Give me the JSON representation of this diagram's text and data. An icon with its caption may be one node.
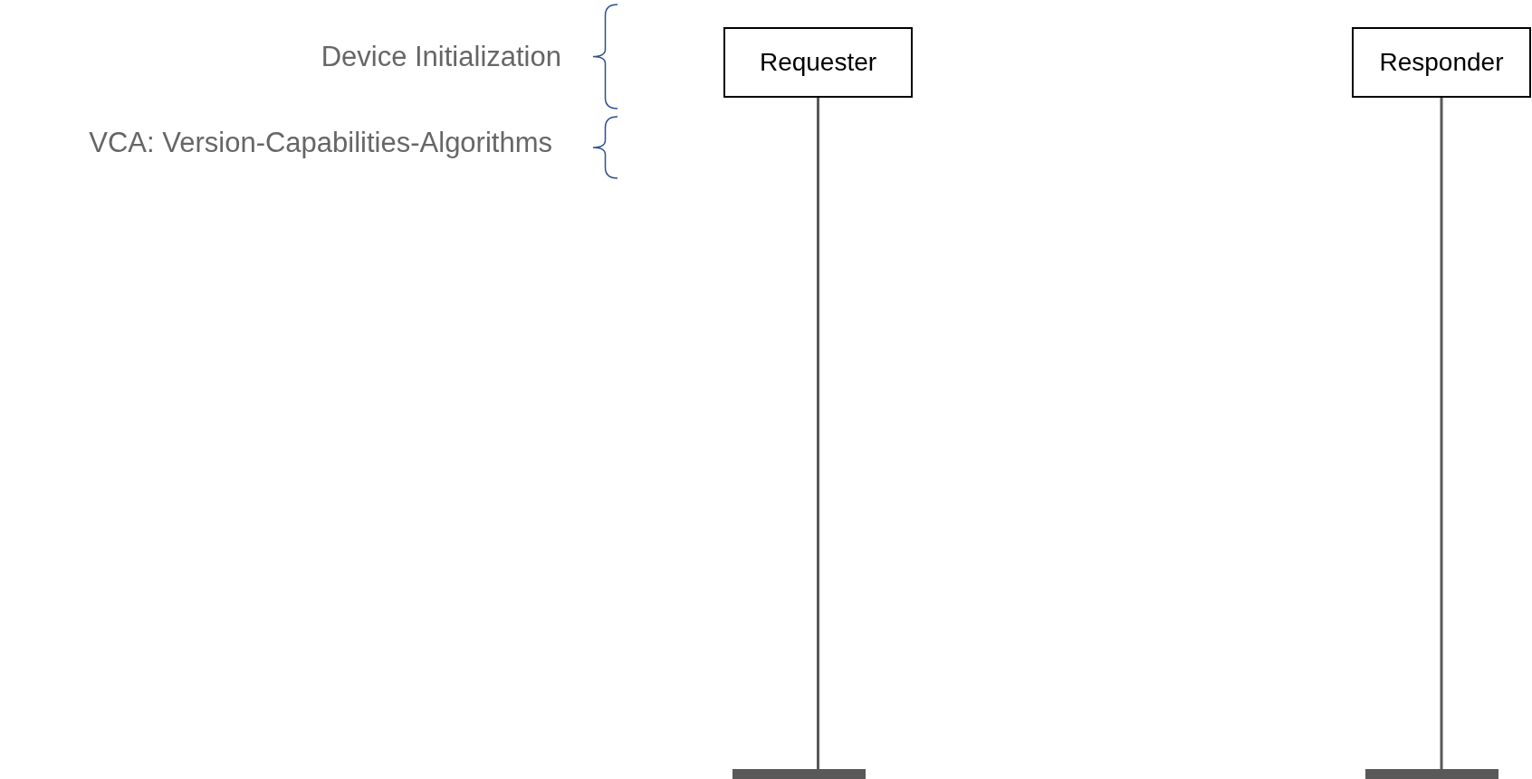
{
  "diagram": {
    "nodes": [
      {
        "text": [
          "Requester"
        ]
      },
      {
        "text": [
          "Responder"
        ]
      },
      {
        "text": [],
        "shape": "bar"
      },
      {
        "text": [],
        "shape": "bar"
      }
    ],
    "edges": [
      {
        "from": 0,
        "to": 2,
        "arrow": "none"
      },
      {
        "from": 1,
        "to": 3,
        "arrow": "none"
      }
    ],
    "labels": [
      "Device Initialization",
      "VCA: Version-Capabilities-Algorithms"
    ]
  }
}
